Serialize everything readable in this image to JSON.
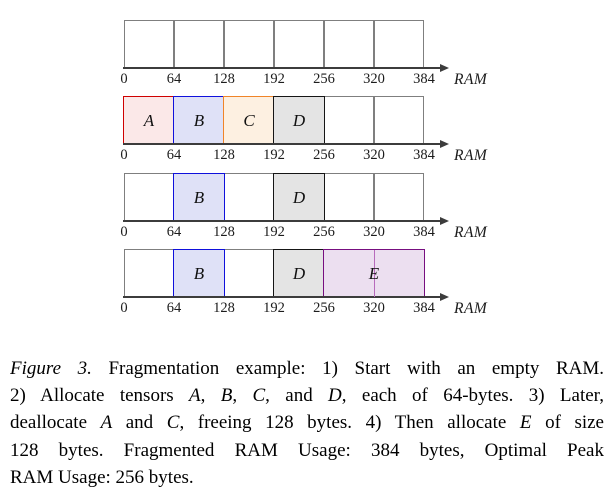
{
  "diagram": {
    "axis_label": "RAM",
    "ticks": [
      "0",
      "64",
      "128",
      "192",
      "256",
      "320",
      "384"
    ],
    "cells_per_row": 6,
    "palette": {
      "red": {
        "border": "#cf0000",
        "fill": "#fbe8e8"
      },
      "blue": {
        "border": "#0f10dc",
        "fill": "#dfe1f7"
      },
      "orange": {
        "border": "#f08428",
        "fill": "#fdf0e1"
      },
      "black": {
        "border": "#151515",
        "fill": "#e4e4e4"
      },
      "violet": {
        "border": "#770e80",
        "fill": "#ecdff0",
        "divider": "#b76abc"
      }
    },
    "rows": [
      {
        "name": "step-1-empty-ram",
        "blocks": []
      },
      {
        "name": "step-2-allocate-abcd",
        "blocks": [
          {
            "label": "A",
            "start": 0,
            "span": 1,
            "color": "red"
          },
          {
            "label": "B",
            "start": 1,
            "span": 1,
            "color": "blue"
          },
          {
            "label": "C",
            "start": 2,
            "span": 1,
            "color": "orange"
          },
          {
            "label": "D",
            "start": 3,
            "span": 1,
            "color": "black"
          }
        ]
      },
      {
        "name": "step-3-deallocate-a-c",
        "blocks": [
          {
            "label": "B",
            "start": 1,
            "span": 1,
            "color": "blue"
          },
          {
            "label": "D",
            "start": 3,
            "span": 1,
            "color": "black"
          }
        ]
      },
      {
        "name": "step-4-allocate-e",
        "blocks": [
          {
            "label": "B",
            "start": 1,
            "span": 1,
            "color": "blue"
          },
          {
            "label": "D",
            "start": 3,
            "span": 1,
            "color": "black"
          },
          {
            "label": "E",
            "start": 4,
            "span": 2,
            "color": "violet"
          }
        ]
      }
    ]
  },
  "caption": {
    "lines": [
      [
        {
          "t": "Figure 3.",
          "i": true
        },
        {
          "t": " Fragmentation example: 1) Start with an empty RAM.",
          "i": false
        }
      ],
      [
        {
          "t": "2) Allocate tensors ",
          "i": false
        },
        {
          "t": "A",
          "i": true
        },
        {
          "t": ", ",
          "i": false
        },
        {
          "t": "B",
          "i": true
        },
        {
          "t": ", ",
          "i": false
        },
        {
          "t": "C",
          "i": true
        },
        {
          "t": ", and ",
          "i": false
        },
        {
          "t": "D",
          "i": true
        },
        {
          "t": ", each of 64-bytes. 3) Later,",
          "i": false
        }
      ],
      [
        {
          "t": "deallocate ",
          "i": false
        },
        {
          "t": "A",
          "i": true
        },
        {
          "t": " and ",
          "i": false
        },
        {
          "t": "C",
          "i": true
        },
        {
          "t": ", freeing 128 bytes. 4) Then allocate ",
          "i": false
        },
        {
          "t": "E",
          "i": true
        },
        {
          "t": " of size",
          "i": false
        }
      ],
      [
        {
          "t": "128 bytes.  Fragmented RAM Usage: 384 bytes, Optimal Peak",
          "i": false
        }
      ],
      [
        {
          "t": "RAM Usage: 256 bytes.",
          "i": false
        }
      ]
    ]
  }
}
